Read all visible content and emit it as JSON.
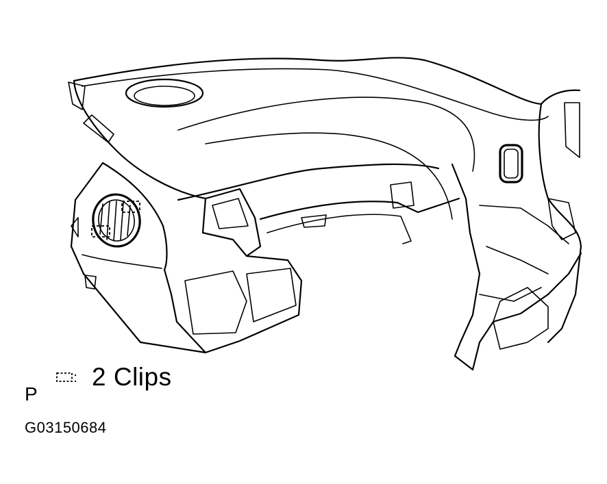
{
  "legend": {
    "icon": "dashed-clip-outline-icon",
    "separator": ":",
    "text": "2 Clips"
  },
  "view_letter": "P",
  "figure_id": "G03150684"
}
